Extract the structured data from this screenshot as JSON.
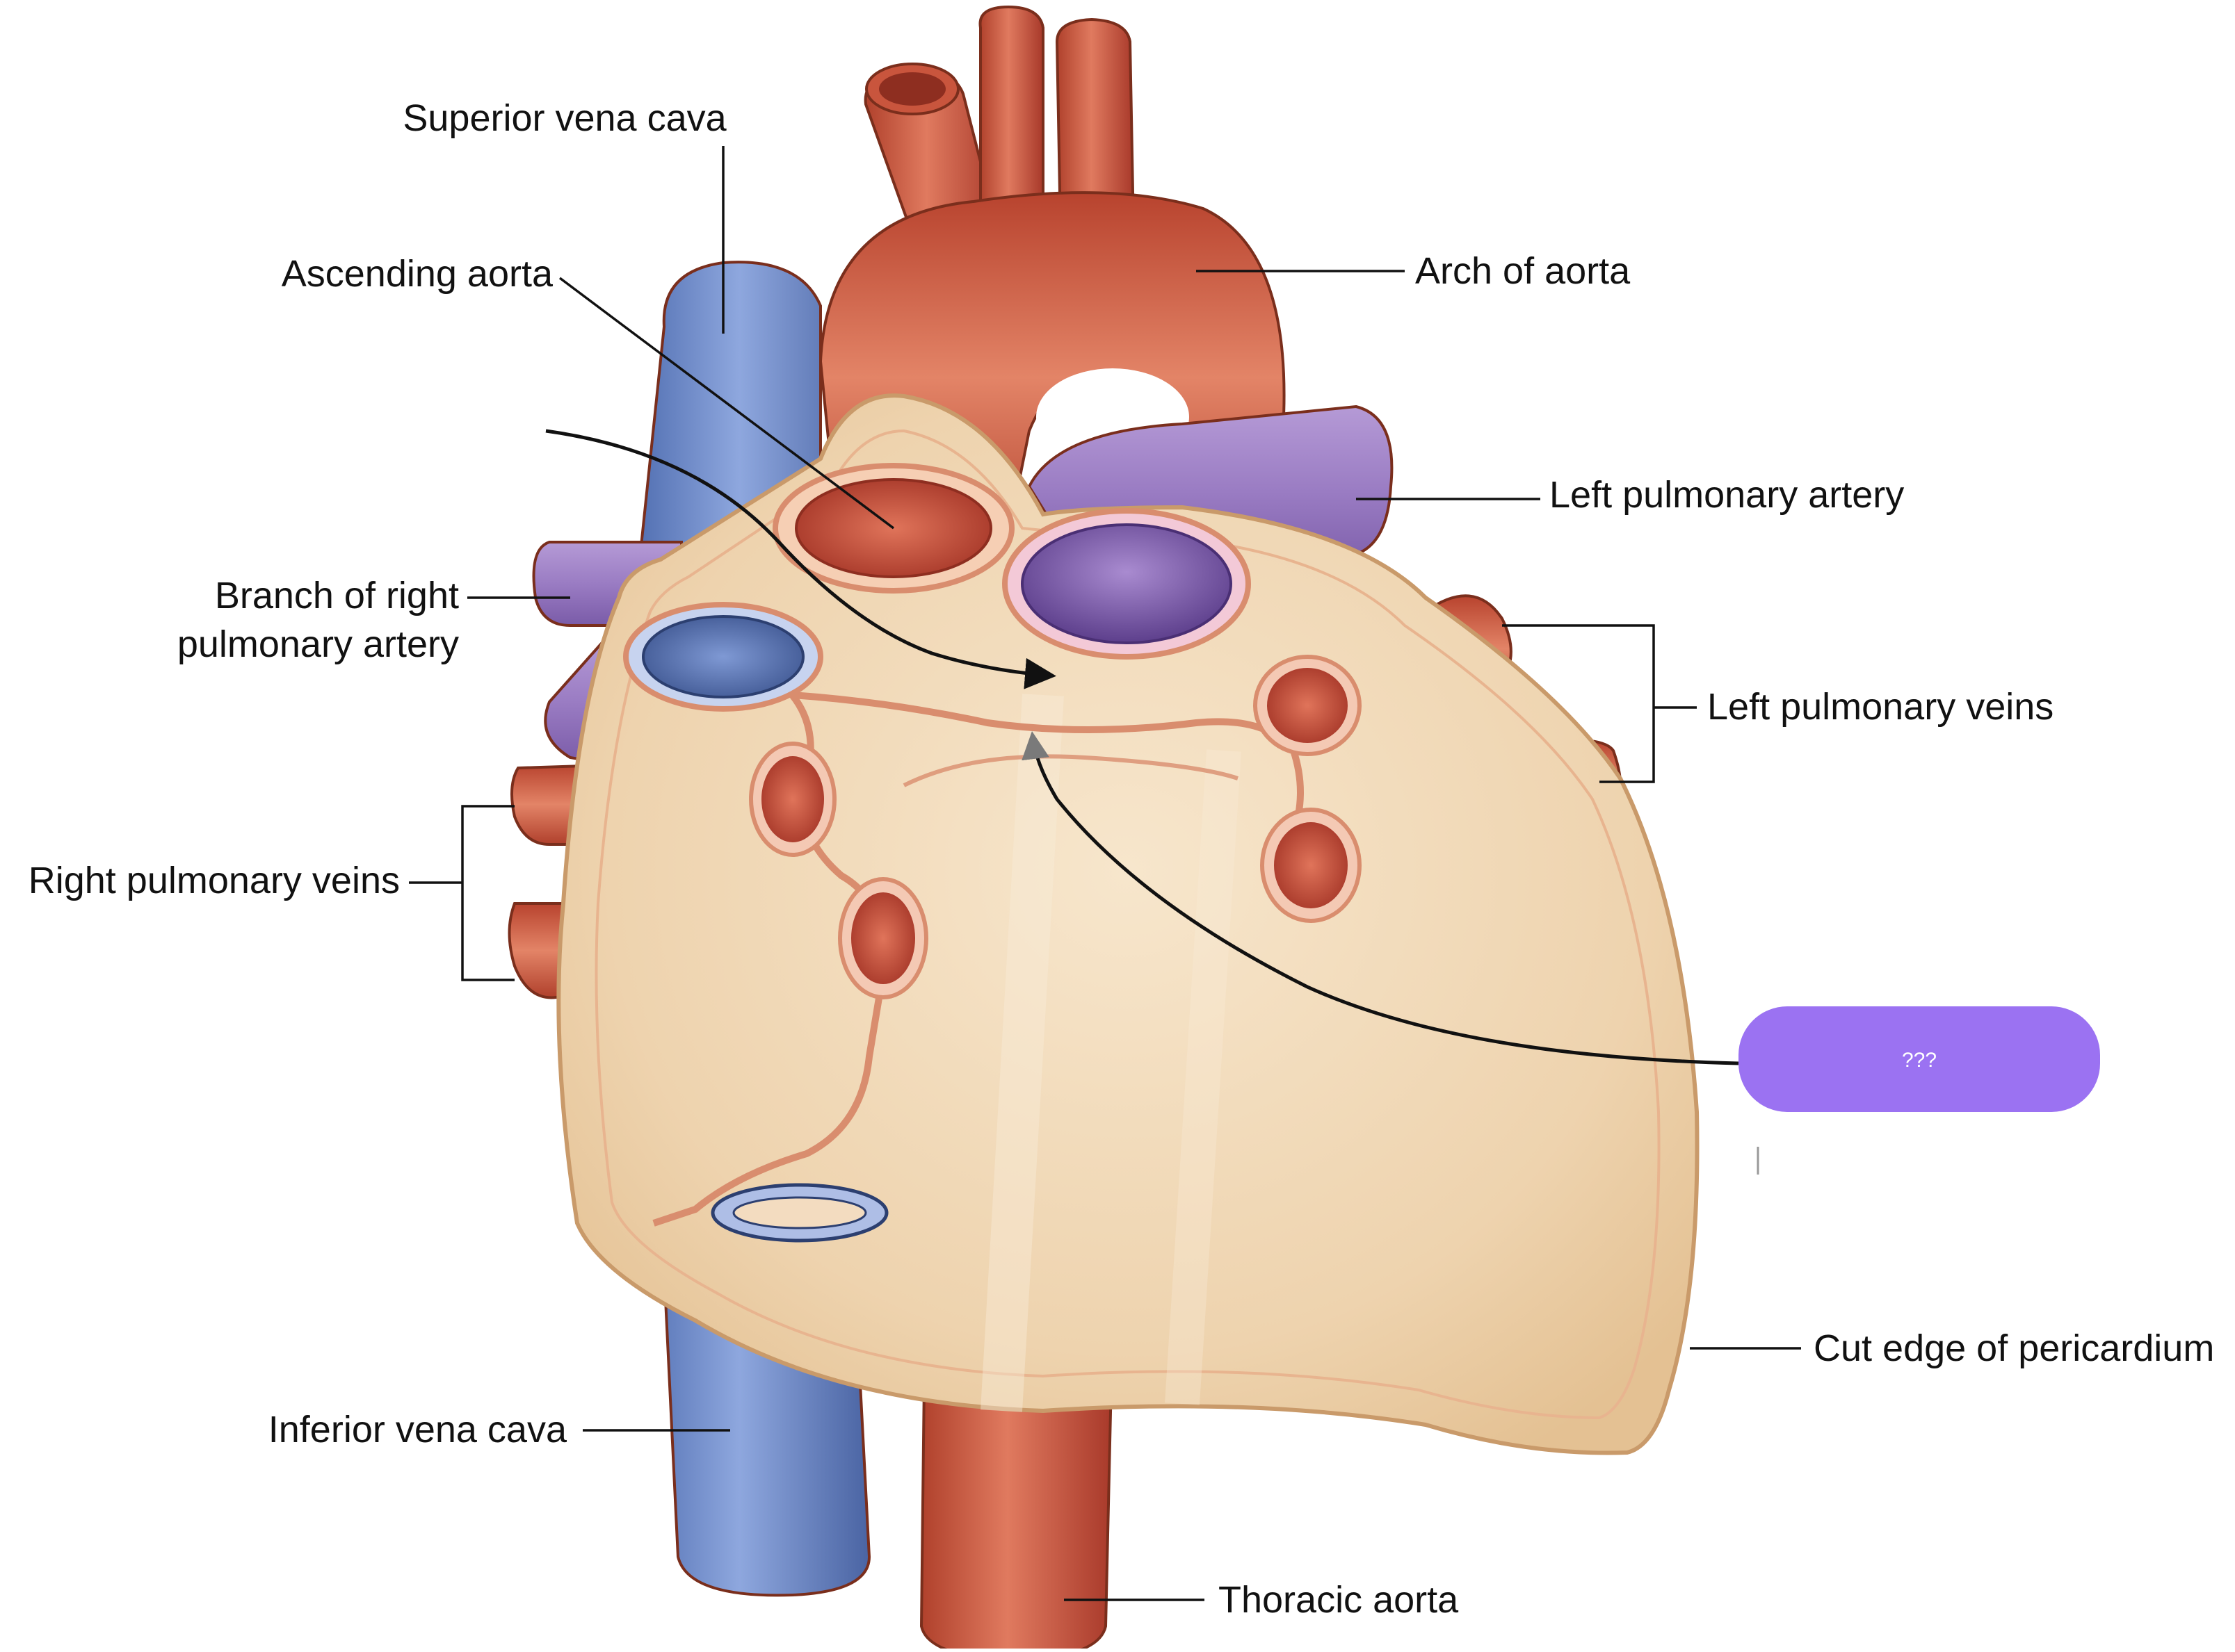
{
  "labels": {
    "superior_vena_cava": "Superior vena cava",
    "ascending_aorta": "Ascending aorta",
    "arch_of_aorta": "Arch of aorta",
    "left_pulmonary_artery": "Left pulmonary artery",
    "branch_right_pa_line1": "Branch of right",
    "branch_right_pa_line2": "pulmonary artery",
    "left_pulmonary_veins": "Left pulmonary veins",
    "right_pulmonary_veins": "Right pulmonary veins",
    "cut_edge_pericardium": "Cut edge of pericardium",
    "inferior_vena_cava": "Inferior vena cava",
    "thoracic_aorta": "Thoracic aorta"
  },
  "placeholder": {
    "text": "???"
  },
  "colors": {
    "vein_blue": "#6f8cc9",
    "artery_red": "#c9553d",
    "pulmonary_purple": "#9b7bc4",
    "pericardium": "#f2d7b3",
    "placeholder_fill": "#9b72f2"
  }
}
